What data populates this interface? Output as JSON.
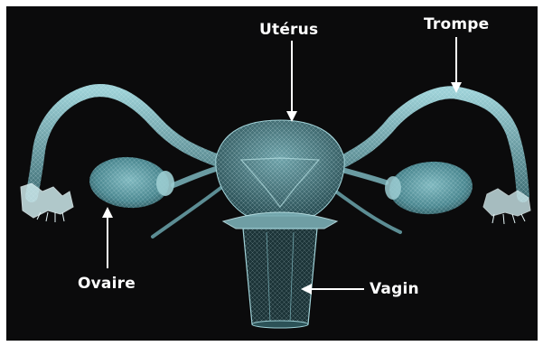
{
  "labels": {
    "uterus": "Utérus",
    "trompe": "Trompe",
    "ovaire": "Ovaire",
    "vagin": "Vagin"
  },
  "colors": {
    "background": "#0b0b0c",
    "tissue": "#a8d6dc",
    "tissue_dark": "#4f7e86",
    "label": "#ffffff"
  }
}
